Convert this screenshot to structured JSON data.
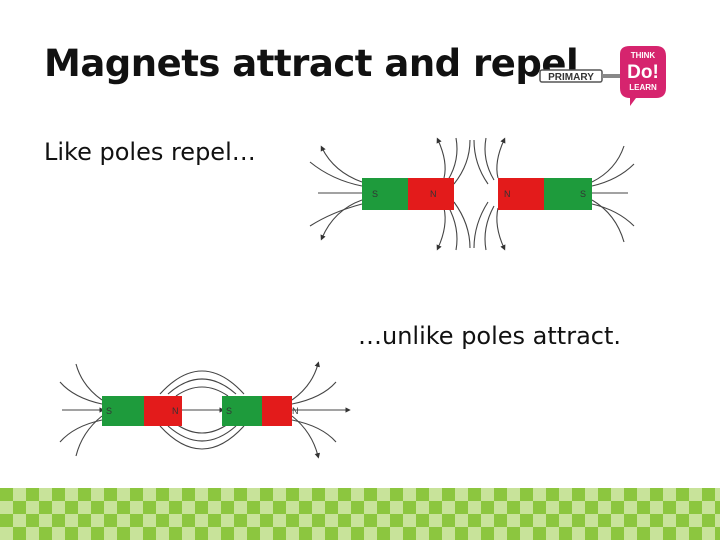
{
  "slide": {
    "title": "Magnets attract and repel",
    "like_poles_text": "Like poles repel…",
    "unlike_poles_text": "…unlike poles attract."
  },
  "logo": {
    "left_text": "PRIMARY",
    "badge_top": "THINK",
    "badge_middle": "Do!",
    "badge_bottom": "LEARN",
    "badge_color": "#d6246e"
  },
  "repel_diagram": {
    "magnet_1": {
      "left_pole": "S",
      "right_pole": "N"
    },
    "magnet_2": {
      "left_pole": "N",
      "right_pole": "S"
    }
  },
  "attract_diagram": {
    "magnet_1": {
      "left_pole": "S",
      "right_pole": "N"
    },
    "magnet_2": {
      "left_pole": "S",
      "right_pole": "N"
    }
  },
  "colors": {
    "north_pole": "#e31b1b",
    "south_pole": "#1e9b3c",
    "checker_dark": "#8cc63f",
    "checker_light": "#c8e39a"
  }
}
